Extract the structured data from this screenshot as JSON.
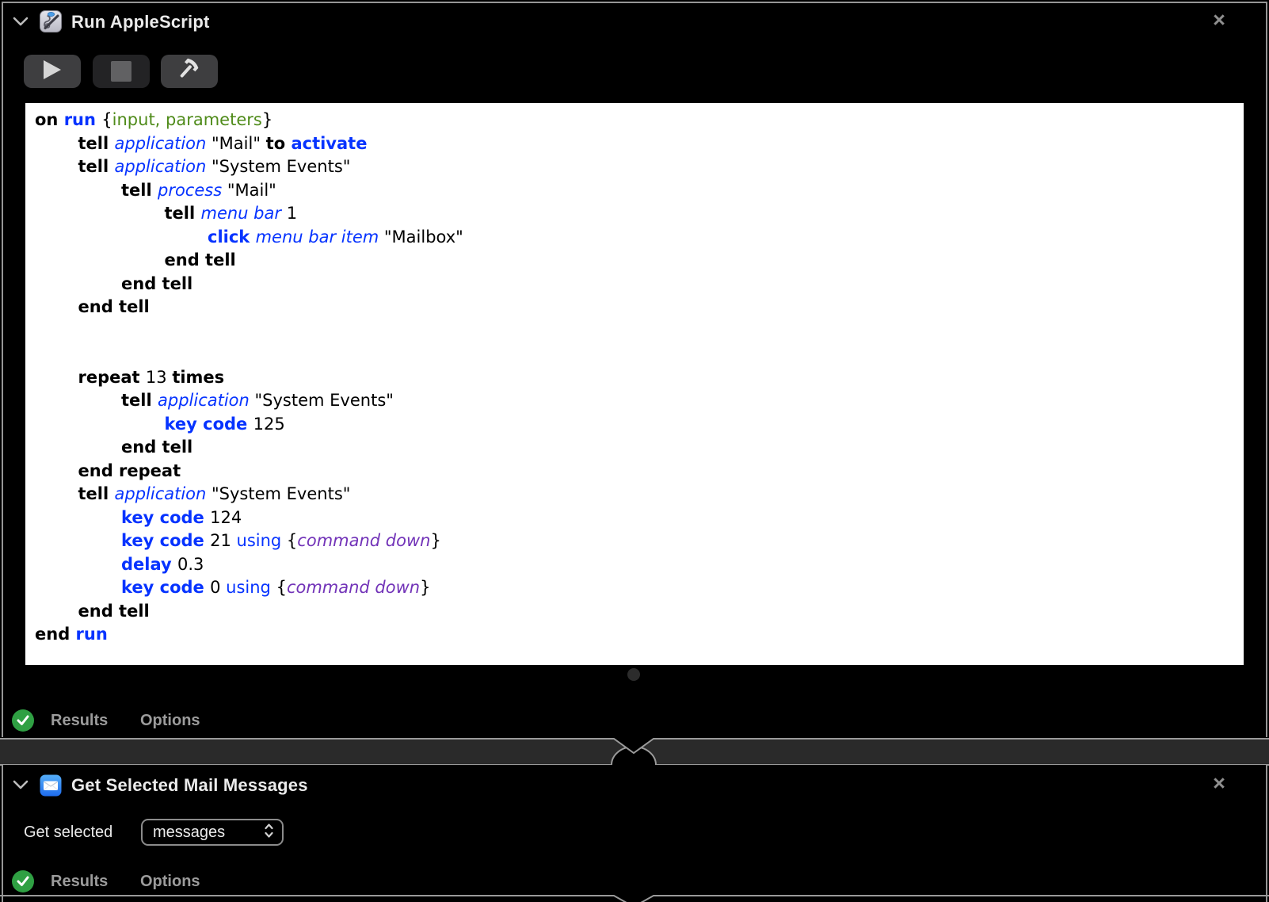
{
  "colors": {
    "command_blue": "#0633ff",
    "variable_green": "#4f8b1a",
    "enumerator_purple": "#7233b8",
    "status_green": "#2fa043",
    "card_border_gray": "#969696",
    "canvas_band_gray": "#2a2a2a"
  },
  "action1": {
    "title": "Run AppleScript",
    "icon": "applescript-script-icon",
    "close_label": "×",
    "toolbar": {
      "run_icon": "play-icon",
      "stop_icon": "stop-icon",
      "compile_icon": "hammer-icon"
    },
    "footer": {
      "status_icon": "green-check-icon",
      "results_label": "Results",
      "options_label": "Options"
    },
    "code": {
      "lines": [
        {
          "indent": 0,
          "tokens": [
            {
              "s": "kw",
              "t": "on "
            },
            {
              "s": "cmd",
              "t": "run "
            },
            {
              "s": "plain",
              "t": "{"
            },
            {
              "s": "var",
              "t": "input, parameters"
            },
            {
              "s": "plain",
              "t": "}"
            }
          ]
        },
        {
          "indent": 1,
          "tokens": [
            {
              "s": "kw",
              "t": "tell "
            },
            {
              "s": "cls",
              "t": "application "
            },
            {
              "s": "plain",
              "t": "\"Mail\" "
            },
            {
              "s": "kw",
              "t": "to "
            },
            {
              "s": "cmd",
              "t": "activate"
            }
          ]
        },
        {
          "indent": 1,
          "tokens": [
            {
              "s": "kw",
              "t": "tell "
            },
            {
              "s": "cls",
              "t": "application "
            },
            {
              "s": "plain",
              "t": "\"System Events\""
            }
          ]
        },
        {
          "indent": 2,
          "tokens": [
            {
              "s": "kw",
              "t": "tell "
            },
            {
              "s": "cls",
              "t": "process "
            },
            {
              "s": "plain",
              "t": "\"Mail\""
            }
          ]
        },
        {
          "indent": 3,
          "tokens": [
            {
              "s": "kw",
              "t": "tell "
            },
            {
              "s": "cls",
              "t": "menu bar "
            },
            {
              "s": "plain",
              "t": "1"
            }
          ]
        },
        {
          "indent": 4,
          "tokens": [
            {
              "s": "cmd",
              "t": "click "
            },
            {
              "s": "cls",
              "t": "menu bar item "
            },
            {
              "s": "plain",
              "t": "\"Mailbox\""
            }
          ]
        },
        {
          "indent": 3,
          "tokens": [
            {
              "s": "kw",
              "t": "end tell"
            }
          ]
        },
        {
          "indent": 2,
          "tokens": [
            {
              "s": "kw",
              "t": "end tell"
            }
          ]
        },
        {
          "indent": 1,
          "tokens": [
            {
              "s": "kw",
              "t": "end tell"
            }
          ]
        },
        {
          "indent": 0,
          "tokens": []
        },
        {
          "indent": 0,
          "tokens": []
        },
        {
          "indent": 1,
          "tokens": [
            {
              "s": "kw",
              "t": "repeat "
            },
            {
              "s": "plain",
              "t": "13 "
            },
            {
              "s": "kw",
              "t": "times"
            }
          ]
        },
        {
          "indent": 2,
          "tokens": [
            {
              "s": "kw",
              "t": "tell "
            },
            {
              "s": "cls",
              "t": "application "
            },
            {
              "s": "plain",
              "t": "\"System Events\""
            }
          ]
        },
        {
          "indent": 3,
          "tokens": [
            {
              "s": "cmd",
              "t": "key code "
            },
            {
              "s": "plain",
              "t": "125"
            }
          ]
        },
        {
          "indent": 2,
          "tokens": [
            {
              "s": "kw",
              "t": "end tell"
            }
          ]
        },
        {
          "indent": 1,
          "tokens": [
            {
              "s": "kw",
              "t": "end repeat"
            }
          ]
        },
        {
          "indent": 1,
          "tokens": [
            {
              "s": "kw",
              "t": "tell "
            },
            {
              "s": "cls",
              "t": "application "
            },
            {
              "s": "plain",
              "t": "\"System Events\""
            }
          ]
        },
        {
          "indent": 2,
          "tokens": [
            {
              "s": "cmd",
              "t": "key code "
            },
            {
              "s": "plain",
              "t": "124"
            }
          ]
        },
        {
          "indent": 2,
          "tokens": [
            {
              "s": "cmd",
              "t": "key code "
            },
            {
              "s": "plain",
              "t": "21 "
            },
            {
              "s": "param",
              "t": "using "
            },
            {
              "s": "plain",
              "t": "{"
            },
            {
              "s": "enum",
              "t": "command down"
            },
            {
              "s": "plain",
              "t": "}"
            }
          ]
        },
        {
          "indent": 2,
          "tokens": [
            {
              "s": "cmd",
              "t": "delay "
            },
            {
              "s": "plain",
              "t": "0.3"
            }
          ]
        },
        {
          "indent": 2,
          "tokens": [
            {
              "s": "cmd",
              "t": "key code "
            },
            {
              "s": "plain",
              "t": "0 "
            },
            {
              "s": "param",
              "t": "using "
            },
            {
              "s": "plain",
              "t": "{"
            },
            {
              "s": "enum",
              "t": "command down"
            },
            {
              "s": "plain",
              "t": "}"
            }
          ]
        },
        {
          "indent": 1,
          "tokens": [
            {
              "s": "kw",
              "t": "end tell"
            }
          ]
        },
        {
          "indent": 0,
          "tokens": [
            {
              "s": "kw",
              "t": "end "
            },
            {
              "s": "cmd",
              "t": "run"
            }
          ]
        }
      ]
    }
  },
  "action2": {
    "title": "Get Selected Mail Messages",
    "icon": "mail-icon",
    "close_label": "×",
    "get_selected_label": "Get selected",
    "dropdown_value": "messages",
    "footer": {
      "status_icon": "green-check-icon",
      "results_label": "Results",
      "options_label": "Options"
    }
  }
}
